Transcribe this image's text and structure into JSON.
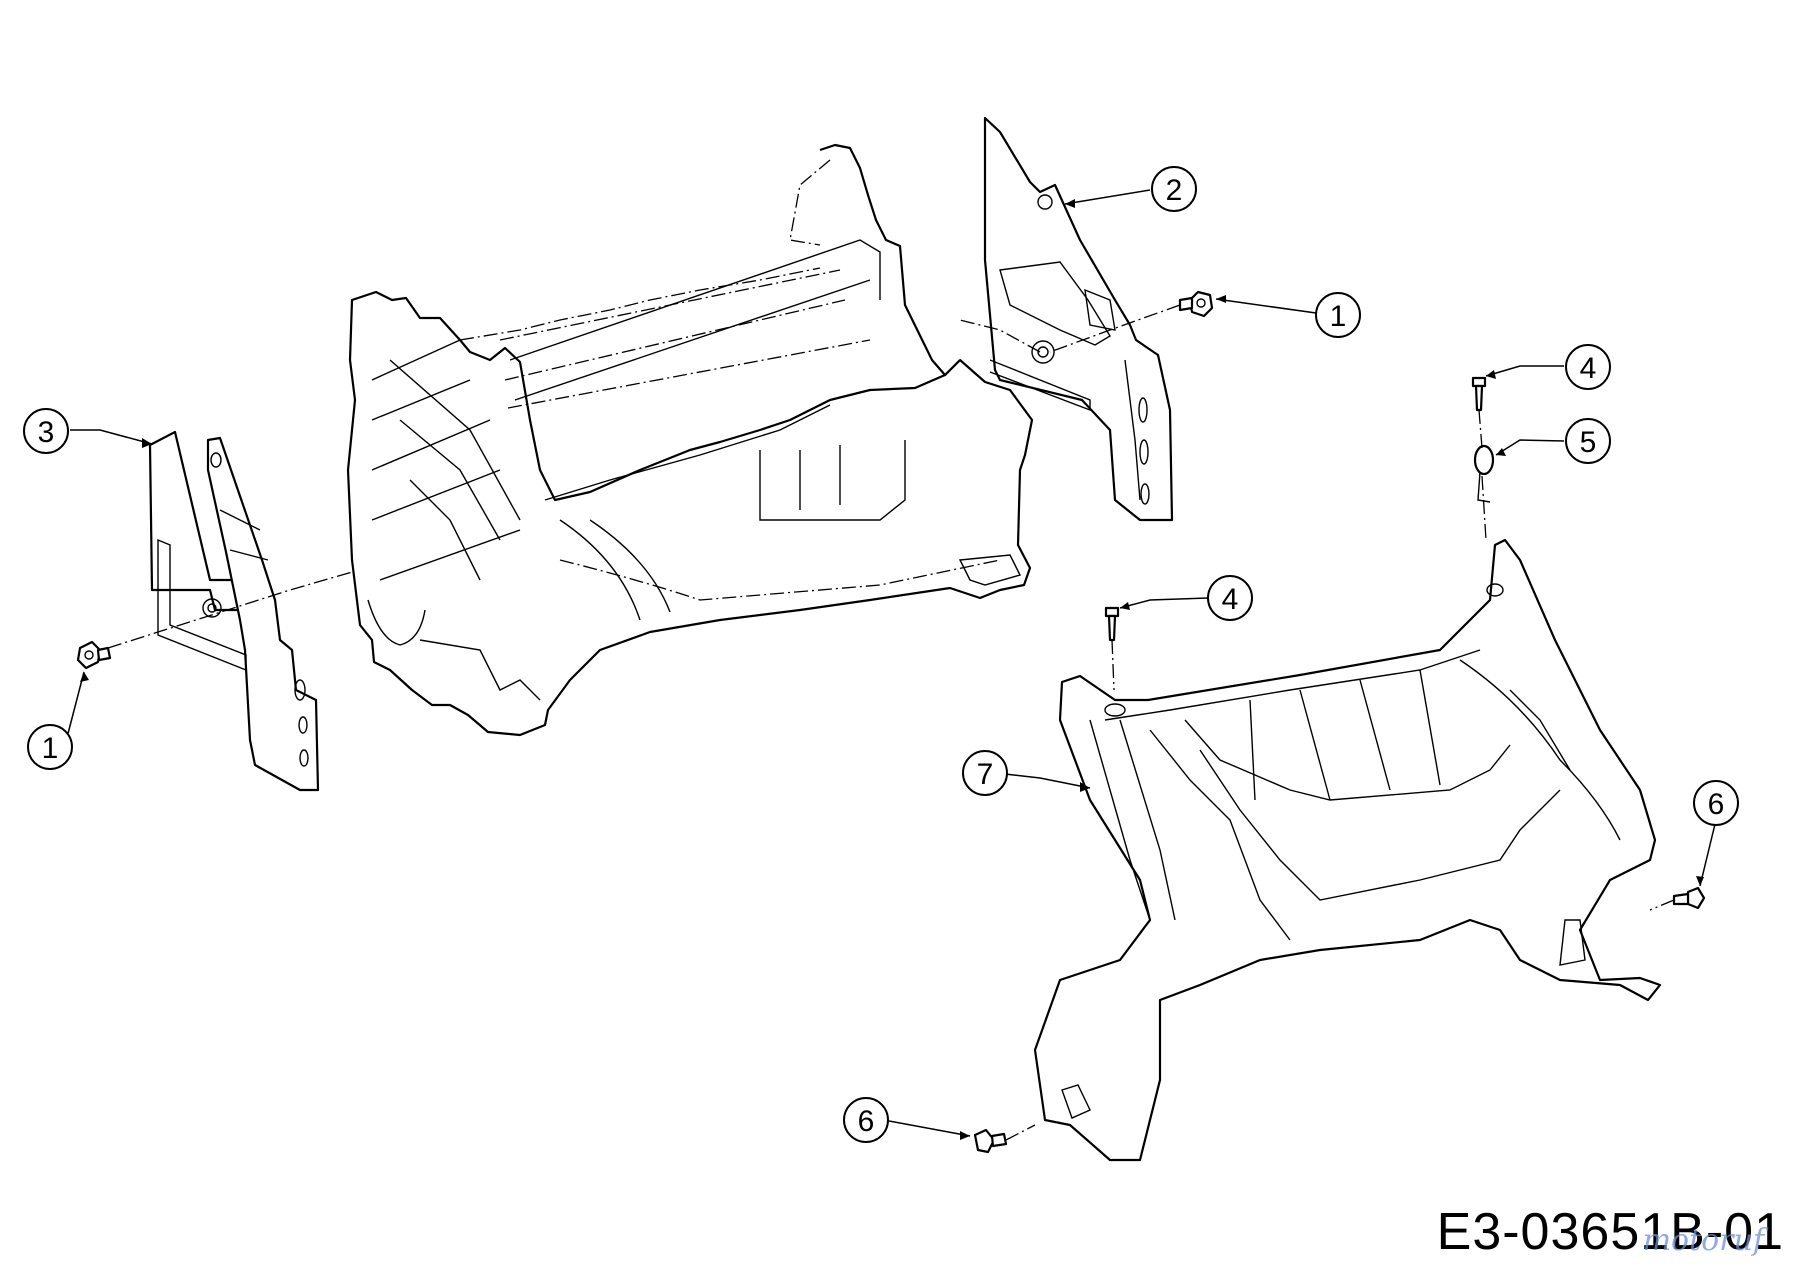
{
  "drawing_number": "E3-03651B-01",
  "watermark": "motoruf",
  "callouts": [
    {
      "id": "c1a",
      "label": "1"
    },
    {
      "id": "c1b",
      "label": "1"
    },
    {
      "id": "c2",
      "label": "2"
    },
    {
      "id": "c3",
      "label": "3"
    },
    {
      "id": "c4a",
      "label": "4"
    },
    {
      "id": "c4b",
      "label": "4"
    },
    {
      "id": "c5",
      "label": "5"
    },
    {
      "id": "c6a",
      "label": "6"
    },
    {
      "id": "c6b",
      "label": "6"
    },
    {
      "id": "c7",
      "label": "7"
    }
  ]
}
